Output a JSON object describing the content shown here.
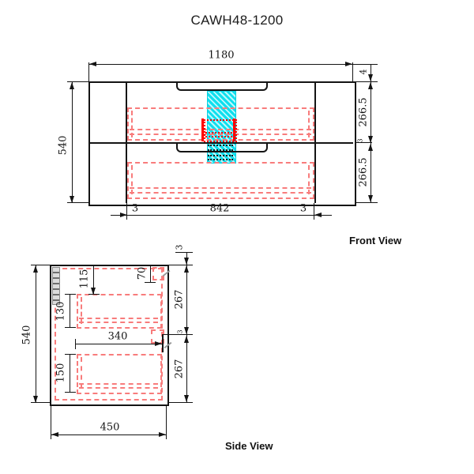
{
  "title": "CAWH48-1200",
  "front_view": {
    "label": "Front View",
    "width_total": "1180",
    "height_total": "540",
    "right_chain": {
      "top_gap": "4",
      "upper_drawer_front": "266.5",
      "middle_gap": "3",
      "lower_drawer_front": "266.5"
    },
    "bottom_chain": {
      "left_gap": "3",
      "drawer_inner_width": "842",
      "right_gap": "3"
    }
  },
  "side_view": {
    "label": "Side View",
    "height_total": "540",
    "depth_total": "450",
    "right_chain": {
      "top_panel": "3",
      "upper_drawer_front": "267",
      "middle_gap": "3",
      "lower_drawer_front": "267"
    },
    "internal": {
      "top_to_drawer_box": "115",
      "upper_drawer_box_height": "130",
      "top_to_drawer_front": "70",
      "drawer_depth": "340",
      "lower_drawer_box_height": "150"
    }
  },
  "colors": {
    "line": "#141414",
    "drawer_dashed": "#f87c7c",
    "bracket_red": "#ff0000",
    "plumbing_cyan": "#0edfee"
  }
}
